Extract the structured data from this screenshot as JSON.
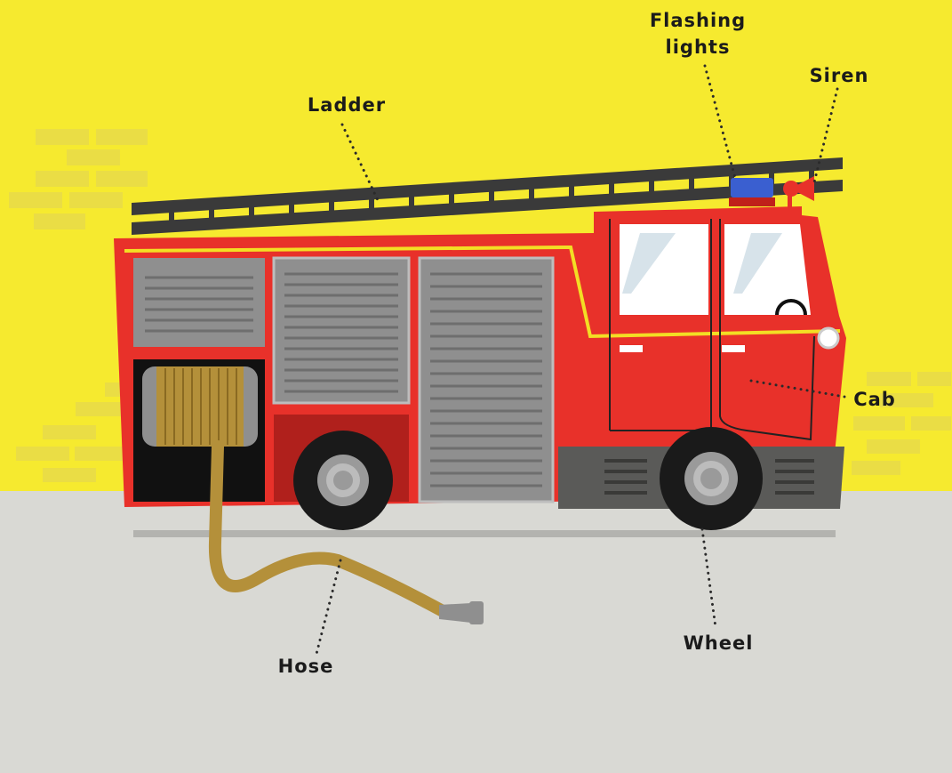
{
  "labels": {
    "flashing_lights_line1": "Flashing",
    "flashing_lights_line2": "lights",
    "siren": "Siren",
    "ladder": "Ladder",
    "cab": "Cab",
    "hose": "Hose",
    "wheel": "Wheel"
  },
  "colors": {
    "sky": "#f6ea2f",
    "ground": "#d9d9d4",
    "truck_red": "#e8312a",
    "truck_stripe": "#f3de24",
    "panel_grey": "#8f8f8f",
    "ladder": "#3a3a3a",
    "hose": "#b4903a",
    "light_blue": "#3a5fd0",
    "tyre": "#1a1a1a"
  },
  "icons": [
    "fire-engine-illustration",
    "brick-wall-pattern",
    "hose-reel-icon",
    "siren-icon",
    "flashing-light-icon"
  ]
}
